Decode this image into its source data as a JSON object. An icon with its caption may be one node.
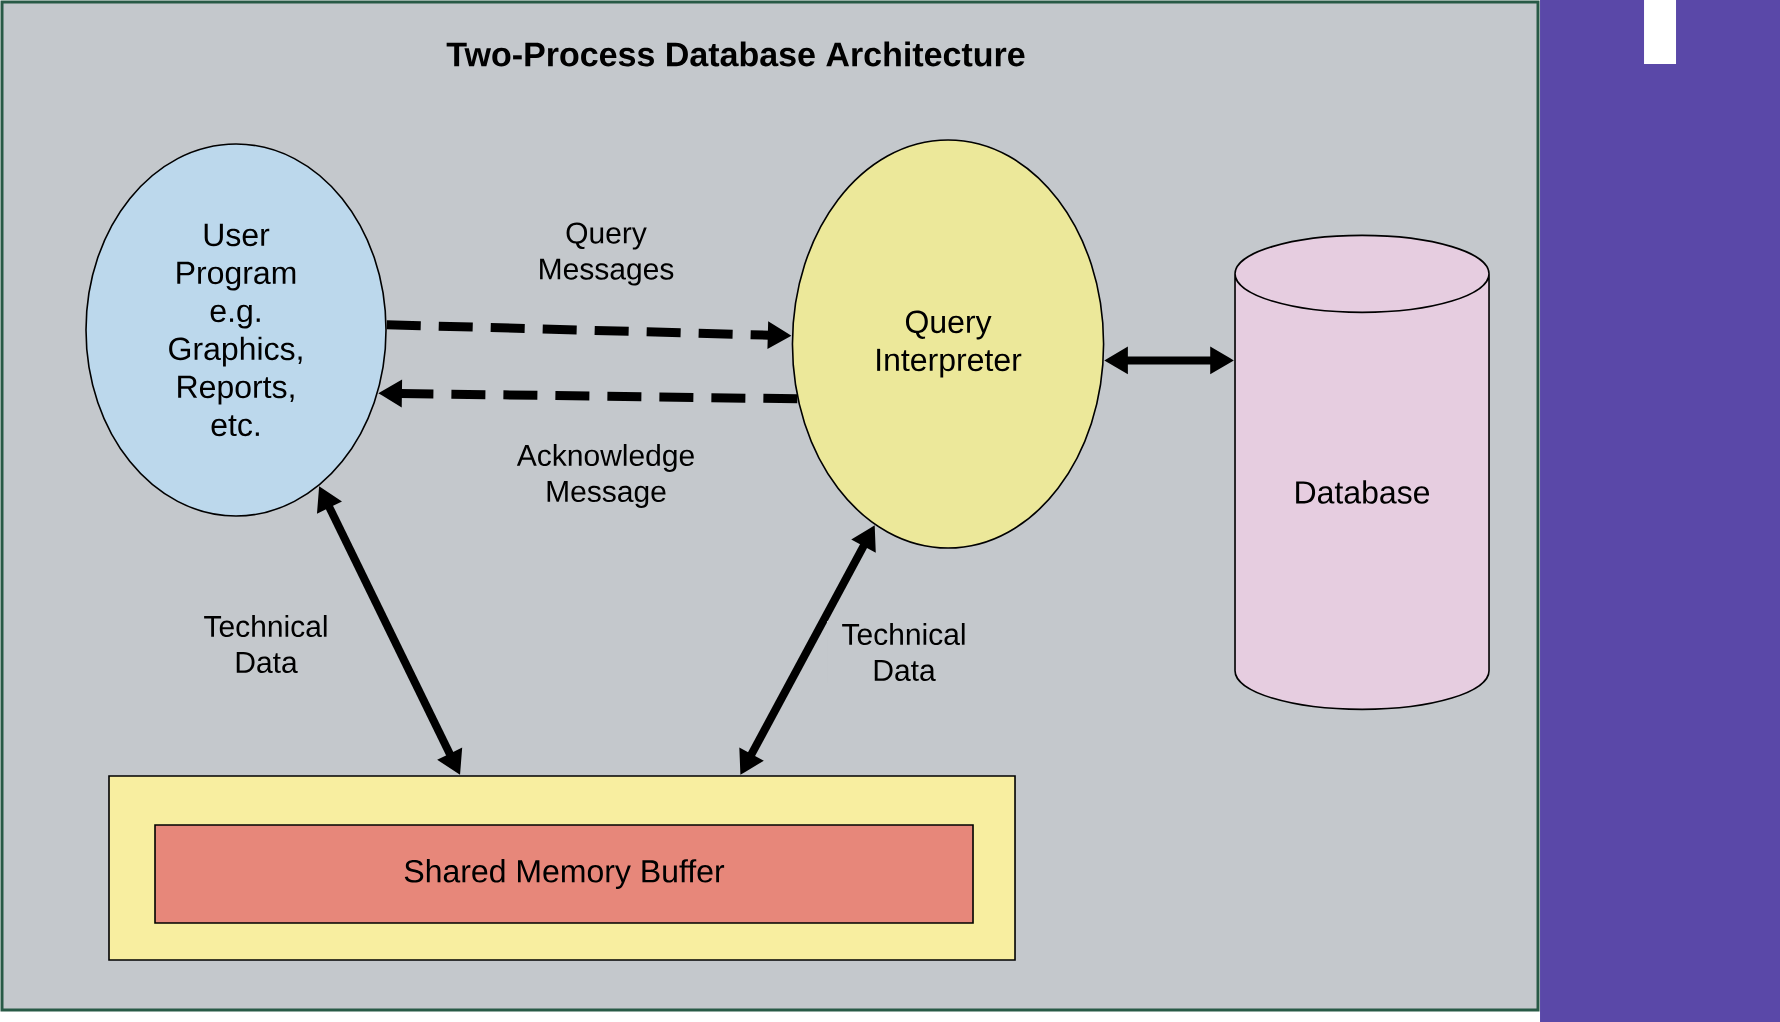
{
  "diagram": {
    "title": "Two-Process Database Architecture",
    "nodes": [
      {
        "text": [
          "User Program e.g. Graphics, Reports, etc."
        ]
      },
      {
        "text": [
          "Query Interpreter"
        ]
      },
      {
        "text": [
          "Database"
        ]
      },
      {
        "text": [],
        "shape": "box"
      },
      {
        "text": [
          "Shared Memory Buffer"
        ],
        "in": 3
      }
    ],
    "edges": [
      {
        "from": 0,
        "to": 1,
        "arrow": "to",
        "label": "Query Messages",
        "style": "dashed"
      },
      {
        "from": 1,
        "to": 0,
        "arrow": "to",
        "label": "Acknowledge Message",
        "style": "dashed"
      },
      {
        "from": 1,
        "to": 2,
        "arrow": "both"
      },
      {
        "from": 0,
        "to": 3,
        "arrow": "both",
        "label": "Technical Data"
      },
      {
        "from": 1,
        "to": 3,
        "arrow": "both",
        "label": "Technical Data"
      }
    ]
  }
}
